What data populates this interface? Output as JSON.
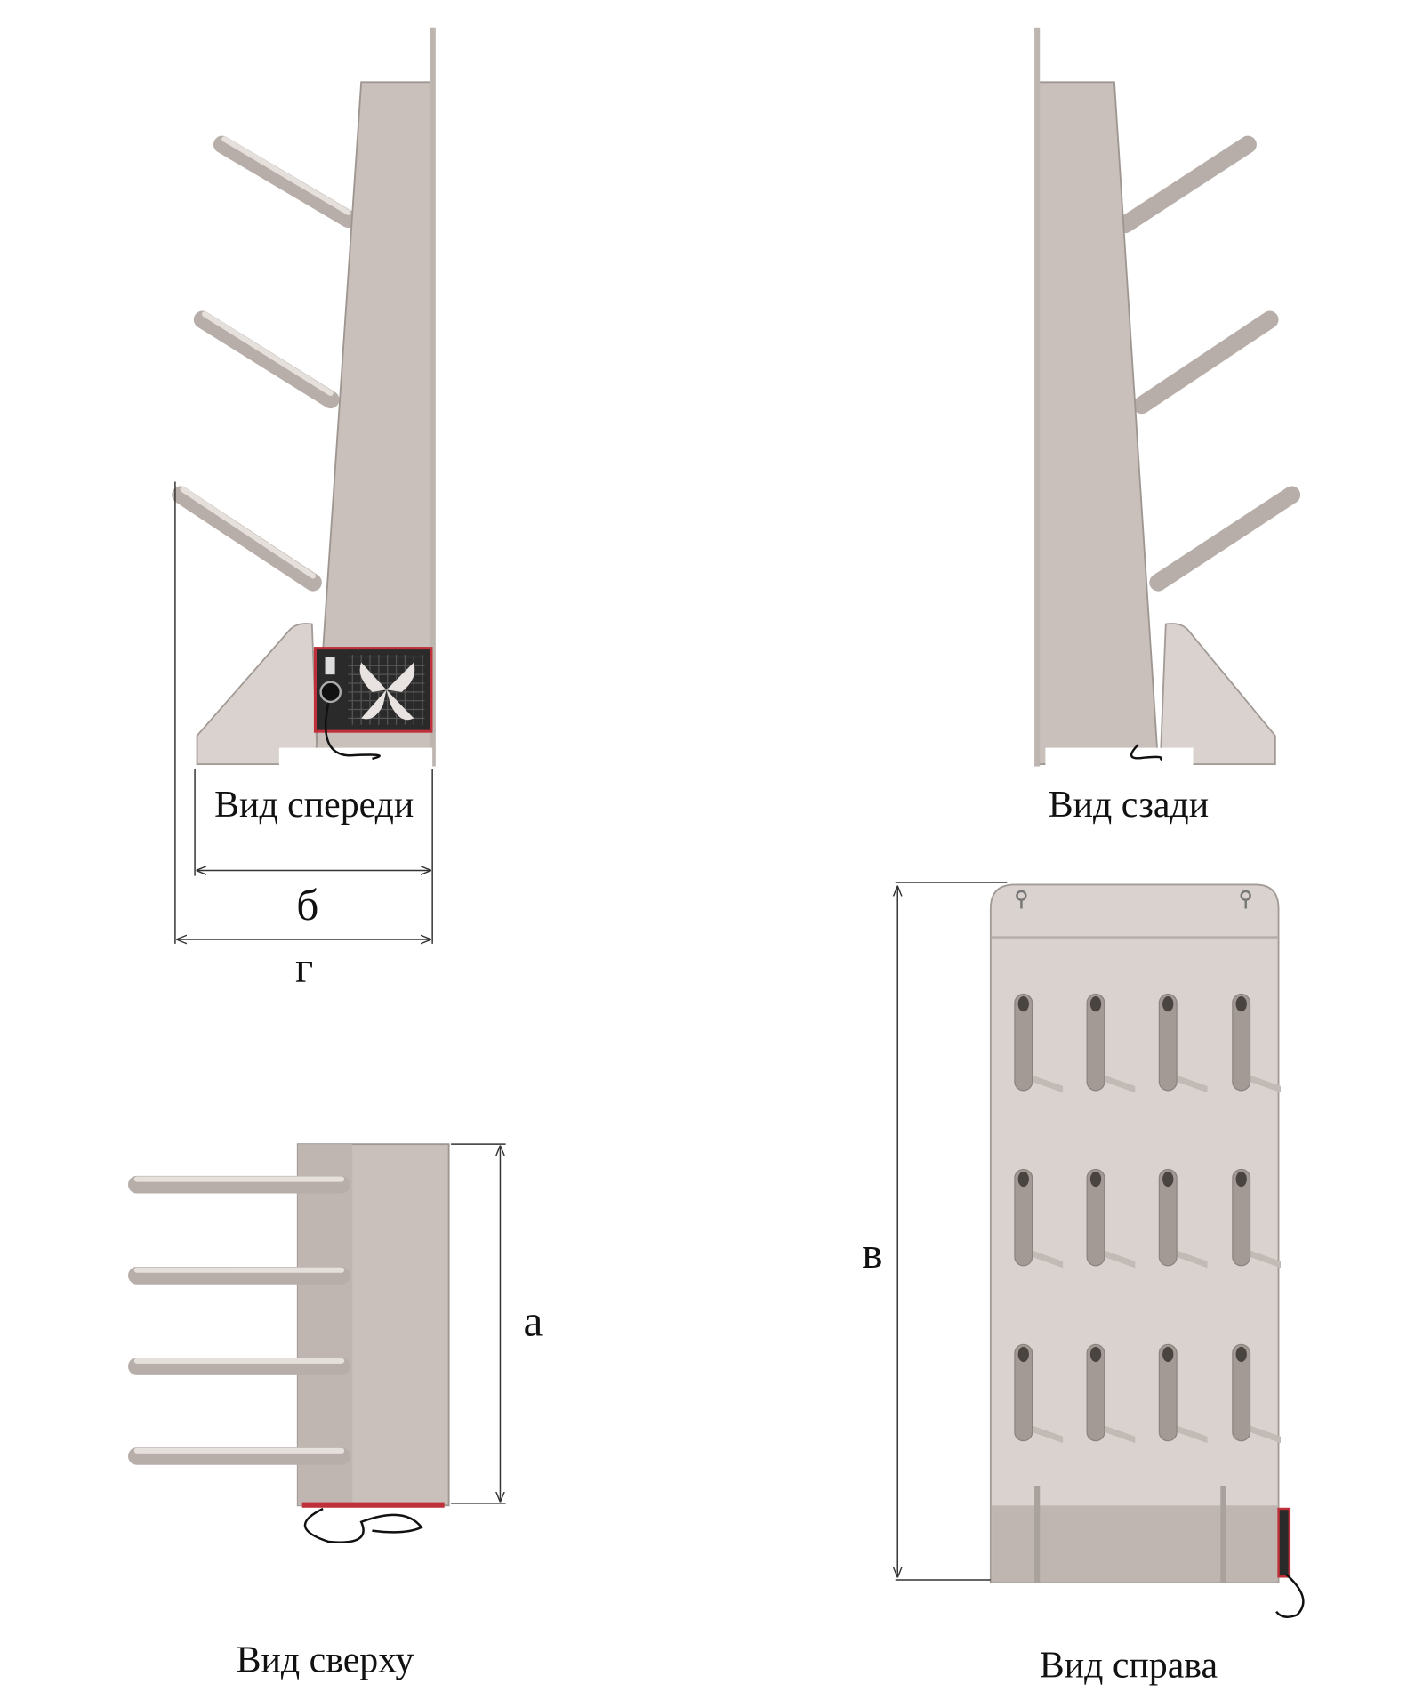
{
  "views": {
    "front": {
      "label": "Вид спереди"
    },
    "back": {
      "label": "Вид сзади"
    },
    "top": {
      "label": "Вид сверху"
    },
    "right": {
      "label": "Вид справа"
    }
  },
  "dimensions": {
    "a": "а",
    "b": "б",
    "v": "в",
    "g": "г"
  },
  "colors": {
    "metal": "#c9c0bb",
    "fan_panel": "#2a2a2a",
    "accent_red": "#c0303a"
  }
}
